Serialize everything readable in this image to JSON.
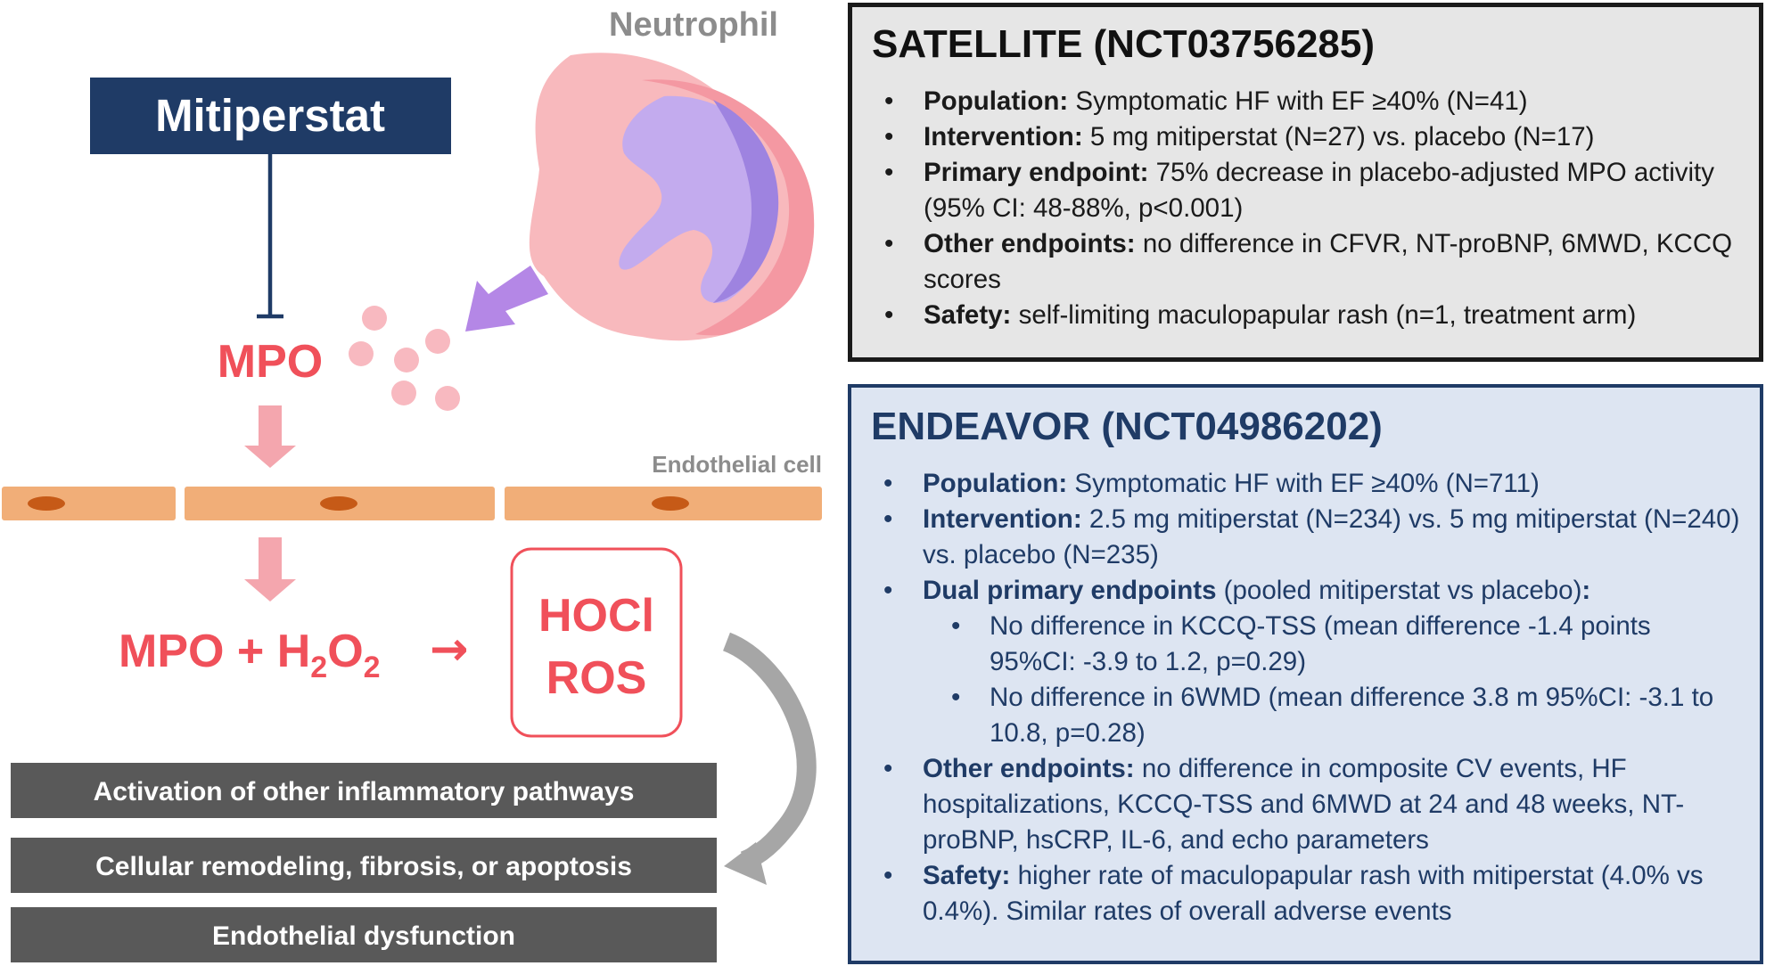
{
  "colors": {
    "navy": "#1f3b66",
    "mpo_red": "#f0505a",
    "pink_arrow": "#f4a6ae",
    "neutrophil_body": "#f8b9bd",
    "nucleus_purple": "#b79ee8",
    "endothelial": "#f1ae78",
    "endothelial_nucleus": "#c65a17",
    "outcome_bar": "#595959",
    "satellite_bg": "#e6e6e6",
    "endeavor_bg": "#dde5f2"
  },
  "diagram": {
    "drug_label": "Mitiperstat",
    "neutrophil_label": "Neutrophil",
    "mpo_label": "MPO",
    "endothelial_label": "Endothelial cell",
    "reaction": {
      "lhs_a": "MPO + H",
      "lhs_a_sub": "2",
      "lhs_b": "O",
      "lhs_b_sub": "2",
      "arrow": "→"
    },
    "products": [
      "HOCl",
      "ROS"
    ],
    "outcomes": [
      "Activation of other inflammatory pathways",
      "Cellular remodeling, fibrosis, or apoptosis",
      "Endothelial dysfunction"
    ]
  },
  "satellite": {
    "title": "SATELLITE (NCT03756285)",
    "items": [
      {
        "label": "Population:",
        "text": " Symptomatic HF with EF ≥40% (N=41)"
      },
      {
        "label": "Intervention:",
        "text": " 5 mg mitiperstat (N=27) vs. placebo (N=17)"
      },
      {
        "label": "Primary endpoint:",
        "text": " 75% decrease in placebo-adjusted MPO activity (95% CI: 48-88%, p<0.001)"
      },
      {
        "label": "Other endpoints:",
        "text": " no difference in CFVR, NT-proBNP, 6MWD, KCCQ scores"
      },
      {
        "label": "Safety:",
        "text": " self-limiting maculopapular rash (n=1, treatment arm)"
      }
    ]
  },
  "endeavor": {
    "title": "ENDEAVOR (NCT04986202)",
    "population": {
      "label": "Population:",
      "text": " Symptomatic HF with EF ≥40% (N=711)"
    },
    "intervention": {
      "label": "Intervention:",
      "text": " 2.5 mg mitiperstat (N=234) vs. 5 mg mitiperstat (N=240) vs. placebo (N=235)"
    },
    "dual": {
      "label": "Dual primary endpoints",
      "text": " (pooled mitiperstat vs placebo)",
      "colon": ":"
    },
    "sub_items": [
      "No difference in KCCQ-TSS (mean difference -1.4 points 95%CI: -3.9 to 1.2, p=0.29)",
      "No difference in 6WMD (mean difference 3.8 m 95%CI: -3.1 to 10.8, p=0.28)"
    ],
    "other": {
      "label": "Other endpoints:",
      "text": " no difference in composite CV events, HF hospitalizations, KCCQ-TSS and 6MWD at 24 and 48 weeks, NT-proBNP, hsCRP, IL-6, and echo parameters"
    },
    "safety": {
      "label": "Safety:",
      "text": " higher rate of maculopapular rash with mitiperstat (4.0% vs 0.4%). Similar rates of overall adverse events"
    }
  }
}
